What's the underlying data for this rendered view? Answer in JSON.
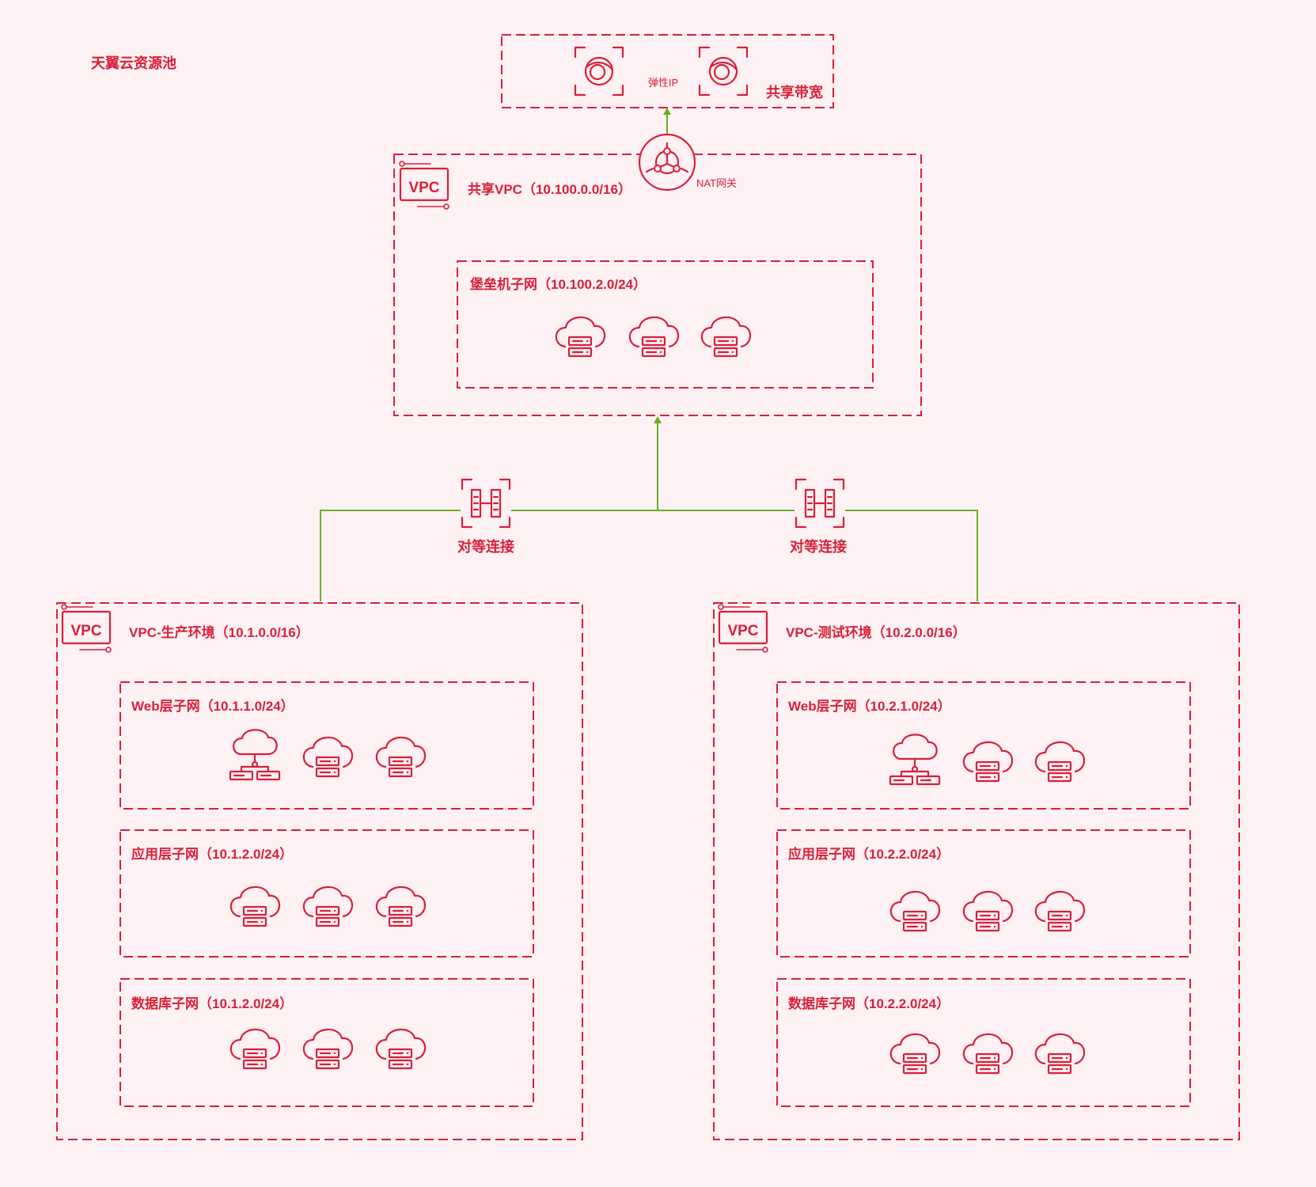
{
  "pool_label": "天翼云资源池",
  "public": {
    "eip_label": "弹性IP",
    "bandwidth_label": "共享带宽",
    "icons": [
      "eip-icon",
      "eip-icon"
    ]
  },
  "nat": {
    "label": "NAT网关",
    "icon": "nat-gateway-icon"
  },
  "shared_vpc": {
    "badge": "VPC",
    "title": "共享VPC（10.100.0.0/16）",
    "subnets": [
      {
        "title": "堡垒机子网（10.100.2.0/24）",
        "icons": [
          "cloud-server-icon",
          "cloud-server-icon",
          "cloud-server-icon"
        ]
      }
    ]
  },
  "peerings": [
    {
      "label": "对等连接",
      "icon": "peering-icon"
    },
    {
      "label": "对等连接",
      "icon": "peering-icon"
    }
  ],
  "vpcs": [
    {
      "badge": "VPC",
      "title": "VPC-生产环境（10.1.0.0/16）",
      "subnets": [
        {
          "title": "Web层子网（10.1.1.0/24）",
          "icons": [
            "load-balancer-icon",
            "cloud-server-icon",
            "cloud-server-icon"
          ]
        },
        {
          "title": "应用层子网（10.1.2.0/24）",
          "icons": [
            "cloud-server-icon",
            "cloud-server-icon",
            "cloud-server-icon"
          ]
        },
        {
          "title": "数据库子网（10.1.2.0/24）",
          "icons": [
            "cloud-server-icon",
            "cloud-server-icon",
            "cloud-server-icon"
          ]
        }
      ]
    },
    {
      "badge": "VPC",
      "title": "VPC-测试环境（10.2.0.0/16）",
      "subnets": [
        {
          "title": "Web层子网（10.2.1.0/24）",
          "icons": [
            "load-balancer-icon",
            "cloud-server-icon",
            "cloud-server-icon"
          ]
        },
        {
          "title": "应用层子网（10.2.2.0/24）",
          "icons": [
            "cloud-server-icon",
            "cloud-server-icon",
            "cloud-server-icon"
          ]
        },
        {
          "title": "数据库子网（10.2.2.0/24）",
          "icons": [
            "cloud-server-icon",
            "cloud-server-icon",
            "cloud-server-icon"
          ]
        }
      ]
    }
  ],
  "colors": {
    "accent": "#d8203a",
    "line": "#6ab023",
    "background": "#fdf1f3"
  }
}
